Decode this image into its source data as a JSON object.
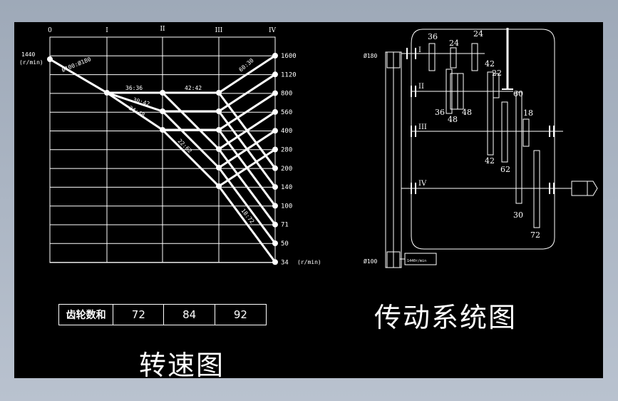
{
  "speed_chart": {
    "shaft_labels": [
      "0",
      "I",
      "II",
      "III",
      "IV"
    ],
    "input_speed": "1440",
    "input_unit": "(r/min)",
    "output_speeds": [
      "1600",
      "1120",
      "800",
      "560",
      "400",
      "280",
      "200",
      "140",
      "100",
      "71",
      "50",
      "34"
    ],
    "output_unit": "(r/min)",
    "pulley_ratio": "Ø100:Ø180",
    "ratio_labels": [
      "36:36",
      "30:42",
      "24:48",
      "42:42",
      "22:62",
      "60:30",
      "18:72"
    ],
    "gear_sum_label": "齿轮数和",
    "gear_sums": [
      "72",
      "84",
      "92"
    ],
    "title": "转速图"
  },
  "transmission": {
    "shaft_labels": [
      "I",
      "II",
      "III",
      "IV"
    ],
    "pulley_top": "Ø180",
    "pulley_bottom": "Ø100",
    "motor_label": "1440r/min",
    "gear_teeth": [
      "36",
      "24",
      "24",
      "42",
      "22",
      "36",
      "48",
      "48",
      "60",
      "42",
      "18",
      "62",
      "30",
      "72"
    ],
    "title": "传动系统图"
  }
}
